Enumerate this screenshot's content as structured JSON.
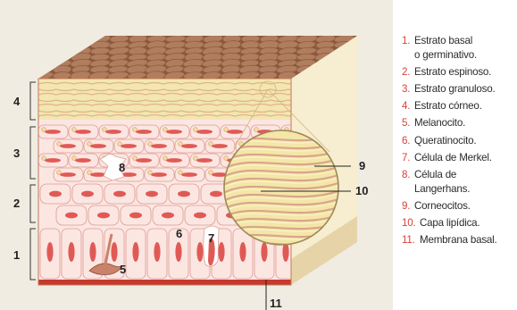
{
  "diagram": {
    "colors": {
      "background": "#f0ece2",
      "top_tile": "#b07d5e",
      "top_tile_dark": "#8a5a3e",
      "side": "#f7edd0",
      "side_shadow": "#e6d4a8",
      "cell": "#fbe6e2",
      "cell_line": "#e09a92",
      "nucleus": "#e05a55",
      "corneum": "#f3e6b2",
      "membrane": "#c6392e",
      "lamellae": "#d7a58c",
      "accent_red": "#d9413a"
    },
    "bracket_labels": [
      "4",
      "3",
      "2",
      "1"
    ],
    "callouts": [
      "8",
      "6",
      "7",
      "5",
      "9",
      "10",
      "11"
    ]
  },
  "legend": [
    {
      "num": "1.",
      "label": "Estrato basal\no germinativo."
    },
    {
      "num": "2.",
      "label": "Estrato espinoso."
    },
    {
      "num": "3.",
      "label": "Estrato granuloso."
    },
    {
      "num": "4.",
      "label": "Estrato córneo."
    },
    {
      "num": "5.",
      "label": "Melanocito."
    },
    {
      "num": "6.",
      "label": "Queratinocito."
    },
    {
      "num": "7.",
      "label": "Célula de Merkel."
    },
    {
      "num": "8.",
      "label": "Célula de\nLangerhans."
    },
    {
      "num": "9.",
      "label": "Corneocitos."
    },
    {
      "num": "10.",
      "label": "Capa lipídica."
    },
    {
      "num": "11.",
      "label": "Membrana basal."
    }
  ]
}
